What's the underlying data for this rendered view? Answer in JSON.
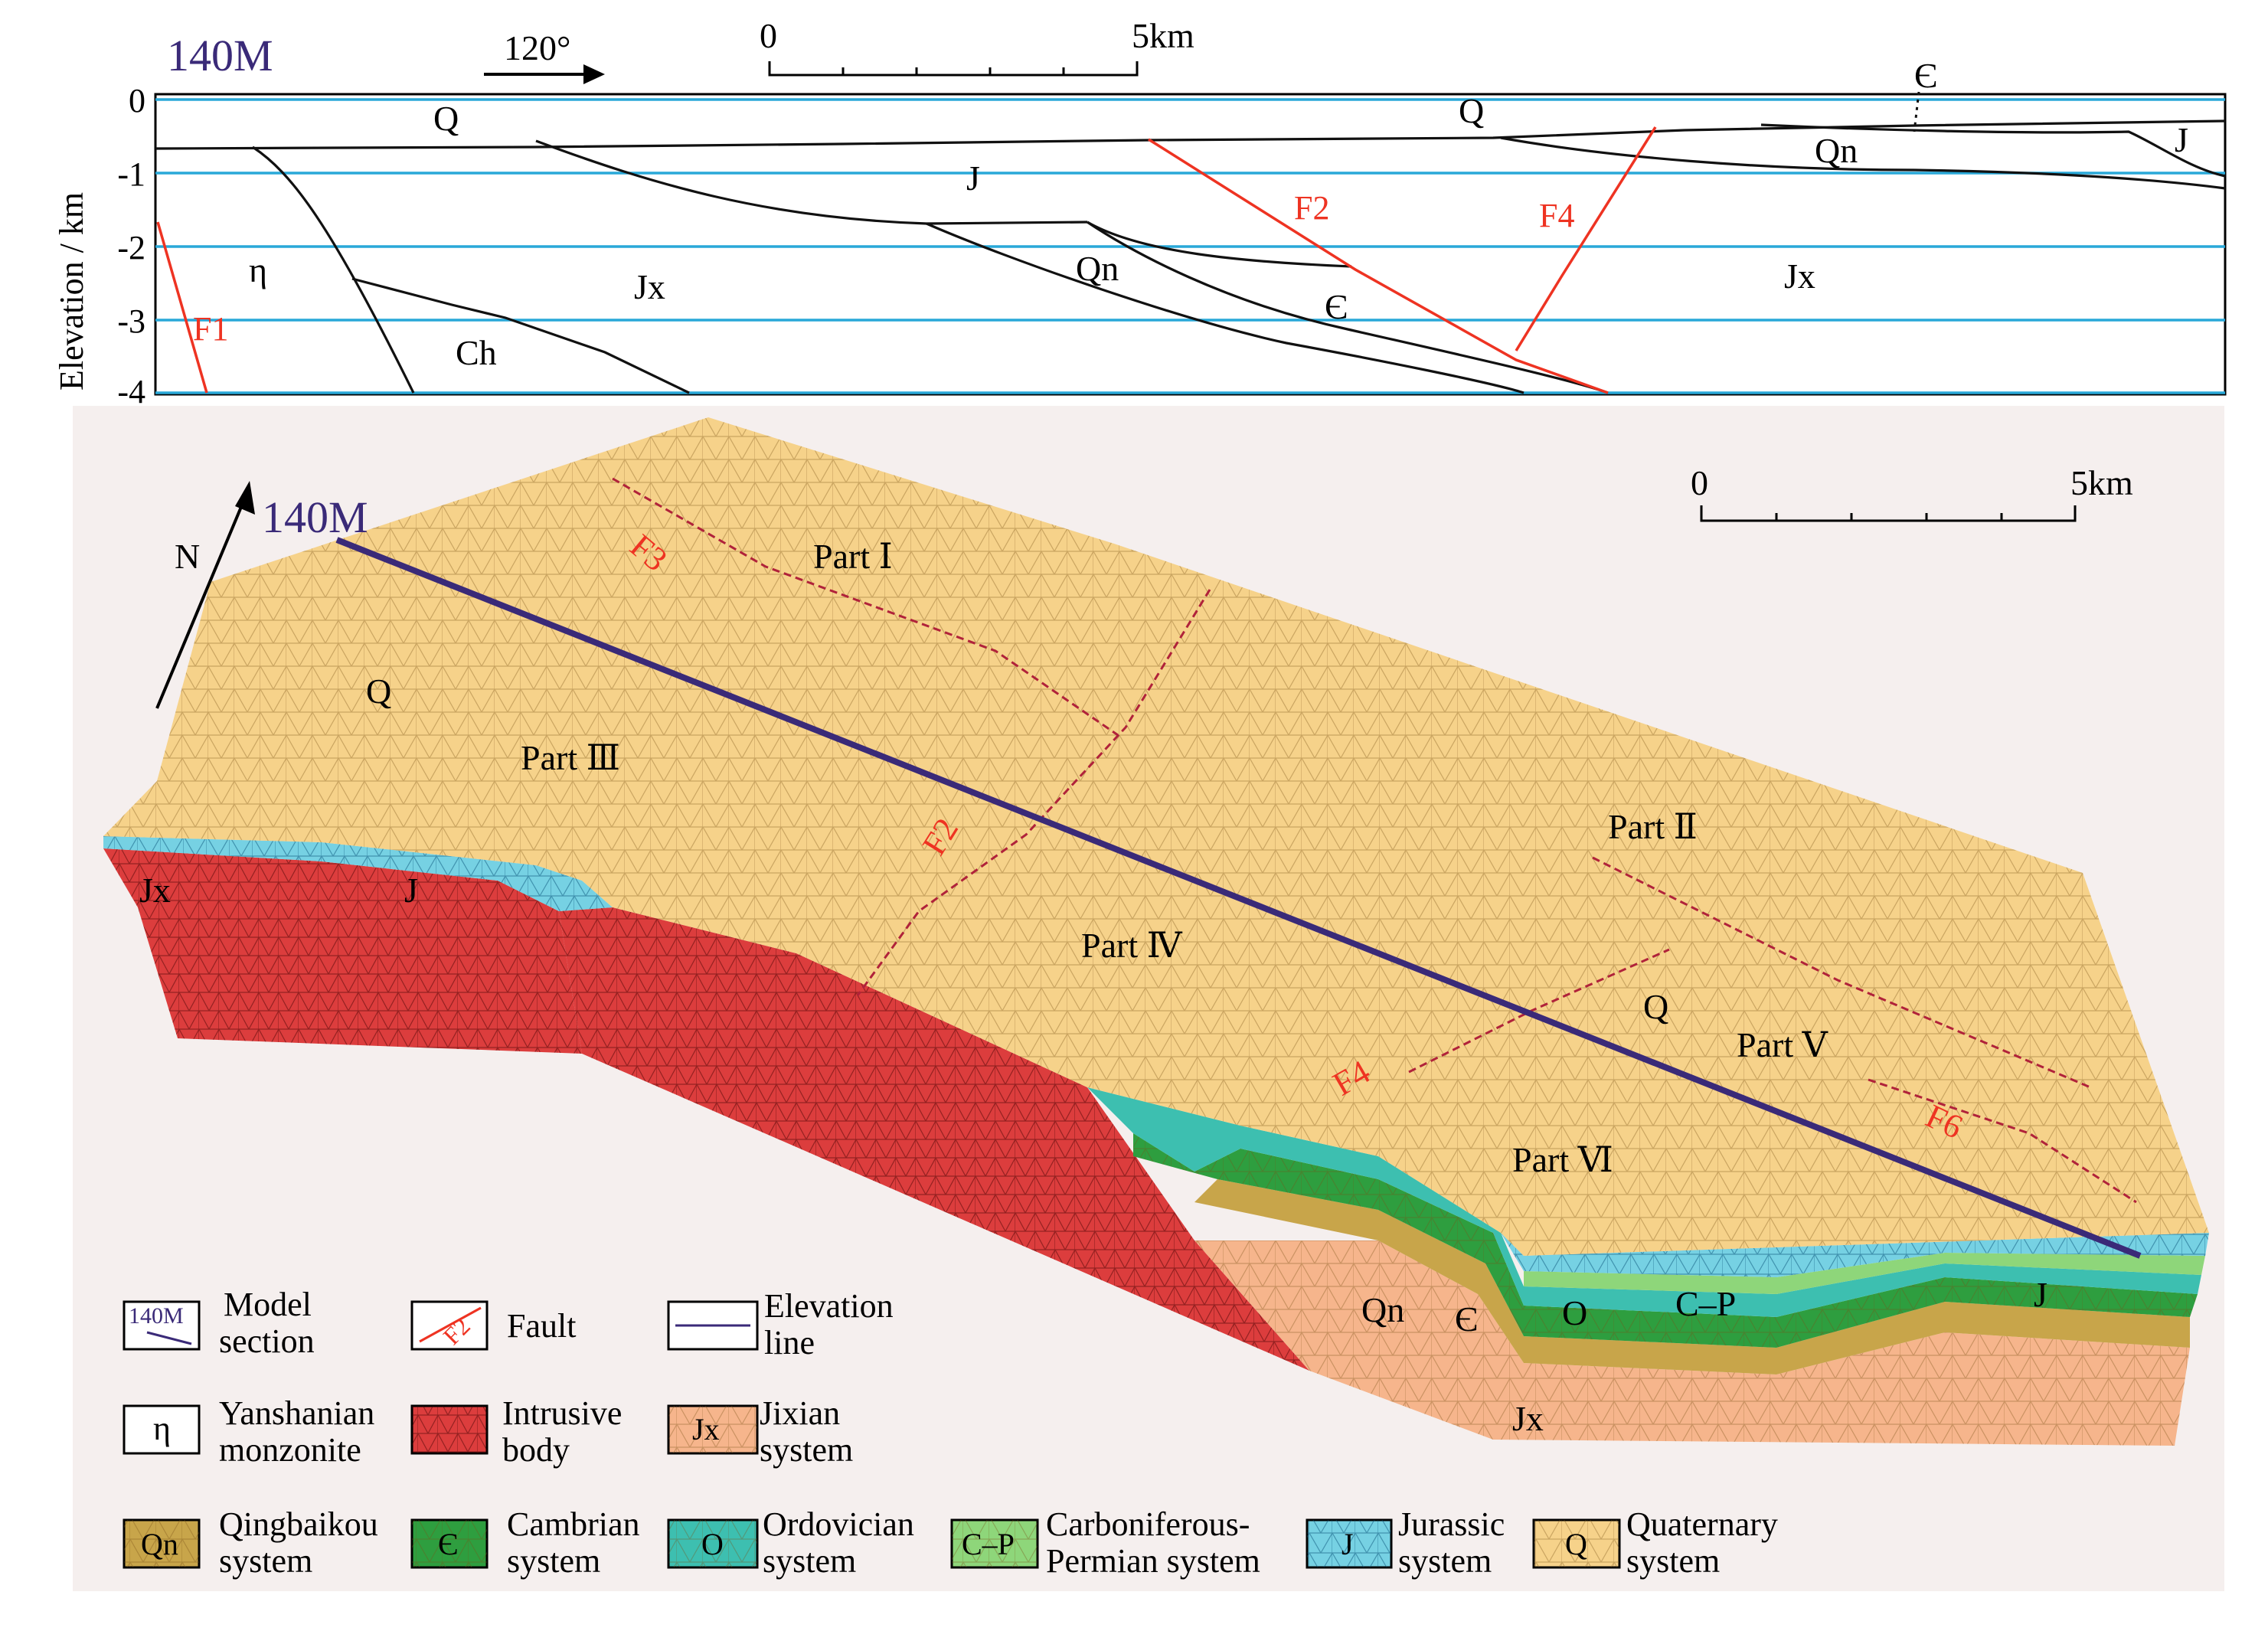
{
  "section": {
    "title": "140M",
    "direction": "120°",
    "scale_start": "0",
    "scale_end": "5km",
    "y_axis_label": "Elevation / km",
    "y_ticks": [
      "0",
      "-1",
      "-2",
      "-3",
      "-4"
    ],
    "unit_labels": {
      "Q_left": "Q",
      "Q_right": "Q",
      "J_mid": "J",
      "J_right": "J",
      "eta": "η",
      "Jx_left": "Jx",
      "Jx_right": "Jx",
      "Ch": "Ch",
      "Qn_mid": "Qn",
      "Qn_right": "Qn",
      "Cm_mid": "Є",
      "Cm_top": "Є"
    },
    "faults": {
      "F1": "F1",
      "F2": "F2",
      "F4": "F4"
    }
  },
  "model": {
    "section_label": "140M",
    "north": "N",
    "scale_start": "0",
    "scale_end": "5km",
    "parts": {
      "p1": "Part Ⅰ",
      "p2": "Part Ⅱ",
      "p3": "Part Ⅲ",
      "p4": "Part Ⅳ",
      "p5": "Part Ⅴ",
      "p6": "Part Ⅵ"
    },
    "faults": {
      "F2": "F2",
      "F3": "F3",
      "F4": "F4",
      "F6": "F6"
    },
    "unit_labels": {
      "Q1": "Q",
      "Q2": "Q",
      "Jx_left": "Jx",
      "J_left": "J",
      "Qn": "Qn",
      "Cm": "Є",
      "O": "O",
      "CP": "C–P",
      "J_right": "J",
      "Jx_front": "Jx"
    },
    "colors": {
      "quaternary": "#f6d28a",
      "jurassic": "#76d1e3",
      "jixian": "#f6b58c",
      "intrusive": "#dc3d3d",
      "qingbaikou": "#c8a54a",
      "cambrian": "#2e9e3f",
      "ordovician": "#3dbfb0",
      "carbonif": "#8ed67a",
      "fault": "#ee3322",
      "section_line": "#3a2a78",
      "elevation_line": "#29a8d8"
    }
  },
  "legend": [
    {
      "id": "model-section",
      "swatch": "140M",
      "line1": "Model",
      "line2": "section"
    },
    {
      "id": "fault",
      "swatch": "F2",
      "line1": "Fault",
      "line2": ""
    },
    {
      "id": "elevation-line",
      "swatch": "",
      "line1": "Elevation",
      "line2": "line"
    },
    {
      "id": "yanshanian",
      "swatch": "η",
      "line1": "Yanshanian",
      "line2": "monzonite"
    },
    {
      "id": "intrusive",
      "swatch": "",
      "line1": "Intrusive",
      "line2": "body"
    },
    {
      "id": "jixian",
      "swatch": "Jx",
      "line1": "Jixian",
      "line2": "system"
    },
    {
      "id": "qingbaikou",
      "swatch": "Qn",
      "line1": "Qingbaikou",
      "line2": "system"
    },
    {
      "id": "cambrian",
      "swatch": "Є",
      "line1": "Cambrian",
      "line2": "system"
    },
    {
      "id": "ordovician",
      "swatch": "O",
      "line1": "Ordovician",
      "line2": "system"
    },
    {
      "id": "carbonif",
      "swatch": "C–P",
      "line1": "Carboniferous-",
      "line2": "Permian system"
    },
    {
      "id": "jurassic",
      "swatch": "J",
      "line1": "Jurassic",
      "line2": "system"
    },
    {
      "id": "quaternary",
      "swatch": "Q",
      "line1": "Quaternary",
      "line2": "system"
    }
  ]
}
